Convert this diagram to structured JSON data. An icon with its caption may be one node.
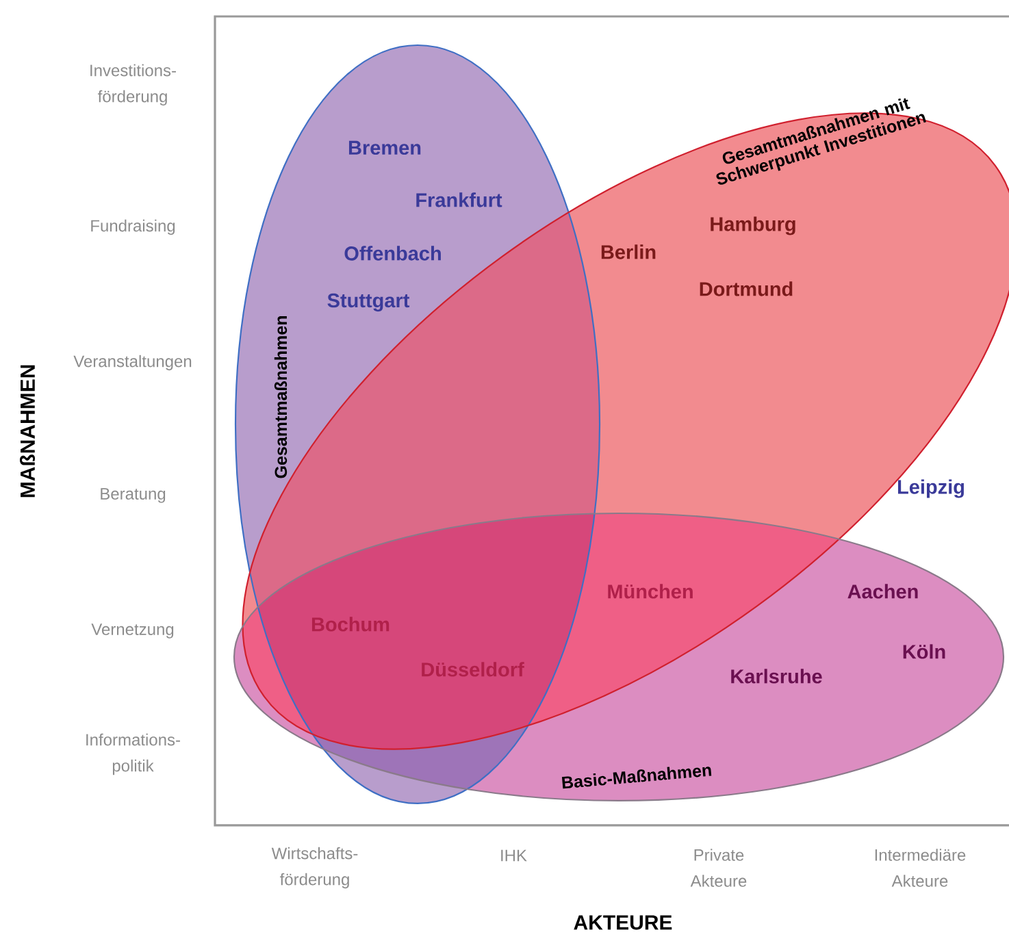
{
  "diagram": {
    "nodes": [
      {
        "text": [
          "Gesamtmaßnahmen"
        ]
      },
      {
        "text": [
          "Gesamtmaßnahmen mit Schwerpunkt Investitionen"
        ]
      },
      {
        "text": [
          "Basic-Maßnahmen"
        ]
      }
    ],
    "labels": [
      "MAßNAHMEN",
      "Investitions- förderung",
      "Fundraising",
      "Veranstaltungen",
      "Beratung",
      "Vernetzung",
      "Informations- politik",
      "Bremen",
      "Frankfurt",
      "Offenbach",
      "Stuttgart",
      "Hamburg",
      "Berlin",
      "Dortmund",
      "Leipzig",
      "München",
      "Aachen",
      "Bochum",
      "Köln",
      "Düsseldorf",
      "Karlsruhe",
      "Wirtschafts- förderung",
      "IHK",
      "Private Akteure",
      "Intermediäre Akteure",
      "AKTEURE"
    ]
  }
}
